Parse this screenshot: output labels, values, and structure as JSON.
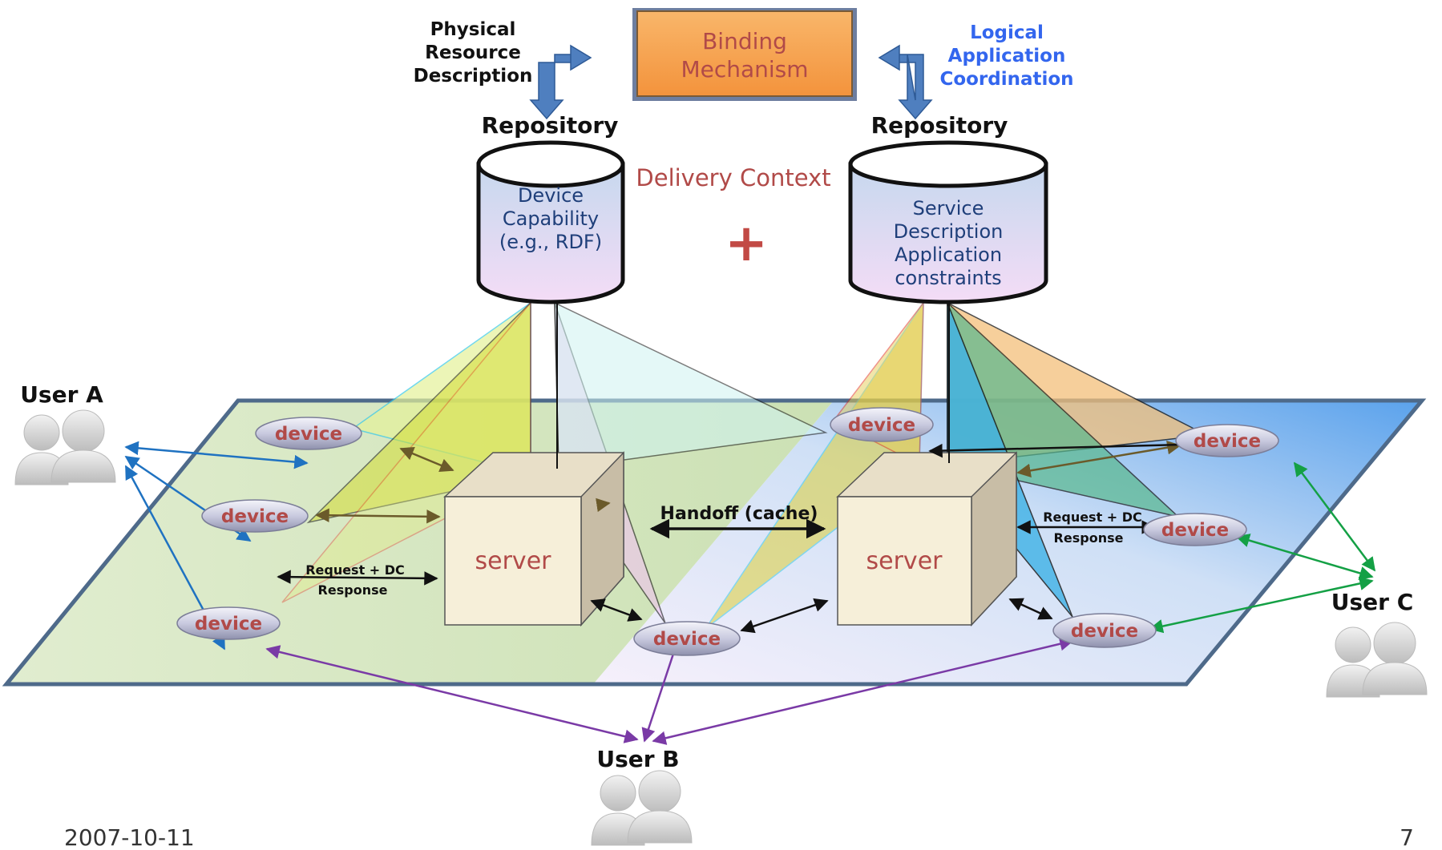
{
  "top": {
    "physical_resource": [
      "Physical",
      "Resource",
      "Description"
    ],
    "binding": [
      "Binding",
      "Mechanism"
    ],
    "logical_app": [
      "Logical",
      "Application",
      "Coordination"
    ]
  },
  "repositories": {
    "left": {
      "title": "Repository",
      "content": [
        "Device",
        "Capability",
        "(e.g., RDF)"
      ]
    },
    "right": {
      "title": "Repository",
      "content": [
        "Service",
        "Description",
        "Application",
        "constraints"
      ]
    }
  },
  "delivery_context": "Delivery Context",
  "plus": "+",
  "servers": {
    "left": "server",
    "right": "server"
  },
  "device_label": "device",
  "handoff": "Handoff (cache)",
  "req_left": {
    "request": "Request + DC",
    "response": "Response"
  },
  "req_right": {
    "request": "Request + DC",
    "response": "Response"
  },
  "users": {
    "a": "User A",
    "b": "User B",
    "c": "User C"
  },
  "footer": {
    "date": "2007-10-11",
    "page": "7"
  },
  "colors": {
    "orange_box": "#f7a14a",
    "blue_arrow": "#4f7fbf",
    "dark_red_text": "#b14a48",
    "logical_blue": "#3366ee",
    "left_plane": "#cfe3b8",
    "right_plane": "#9fc7f0",
    "user_a_arrows": "#1f72c1",
    "user_b_arrows": "#7a3aa6",
    "user_c_arrows": "#14a045"
  }
}
